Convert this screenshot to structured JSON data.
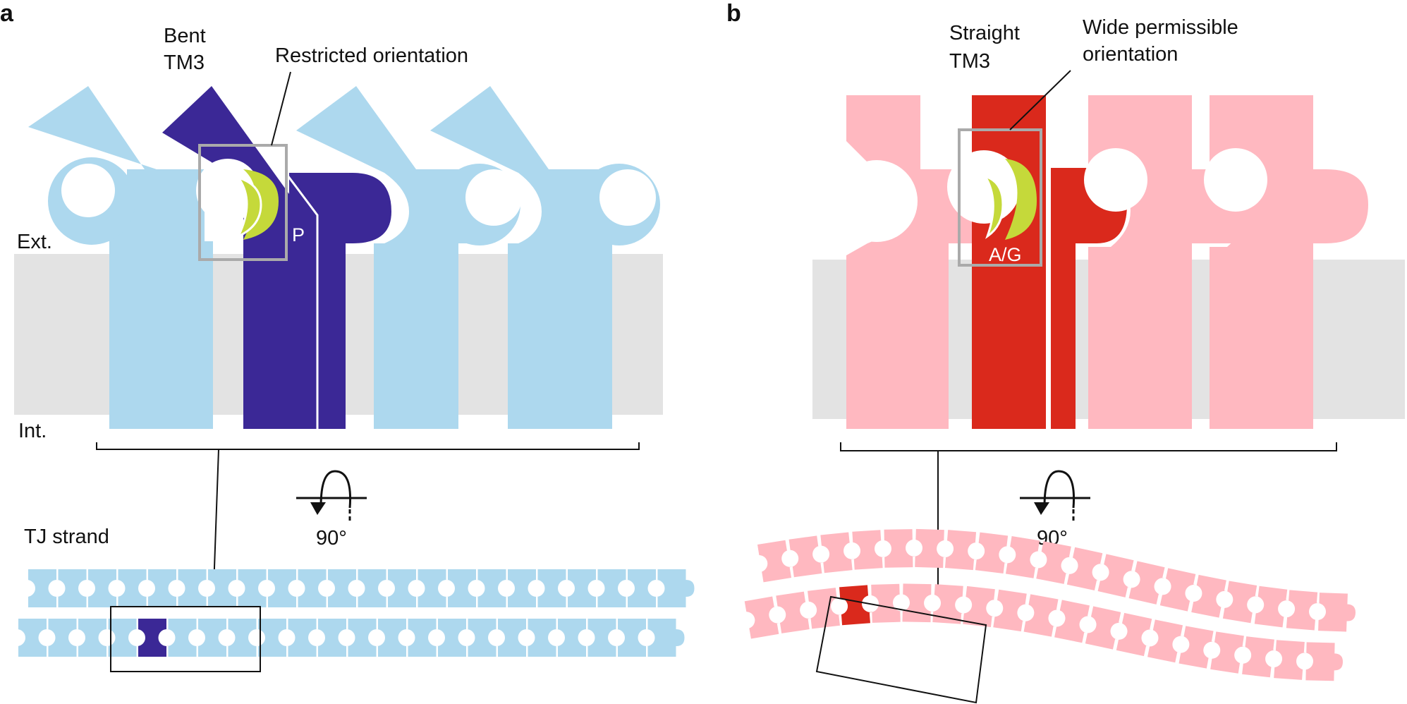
{
  "panel_a": {
    "letter": "a",
    "tm3_label_1": "Bent",
    "tm3_label_2": "TM3",
    "orientation_label": "Restricted orientation",
    "residue_label": "P",
    "ext_label": "Ext.",
    "int_label": "Int.",
    "rotation_label": "90°",
    "strand_label": "TJ strand"
  },
  "panel_b": {
    "letter": "b",
    "tm3_label_1": "Straight",
    "tm3_label_2": "TM3",
    "orientation_label_1": "Wide permissible",
    "orientation_label_2": "orientation",
    "residue_label": "A/G",
    "rotation_label": "90°"
  },
  "colors": {
    "light_blue": "#add8ee",
    "dark_blue": "#3b2896",
    "light_pink": "#ffb8c0",
    "red": "#da291c",
    "lime": "#c5d93a",
    "membrane_gray": "#e3e3e3",
    "box_gray": "#aaaaaa"
  }
}
